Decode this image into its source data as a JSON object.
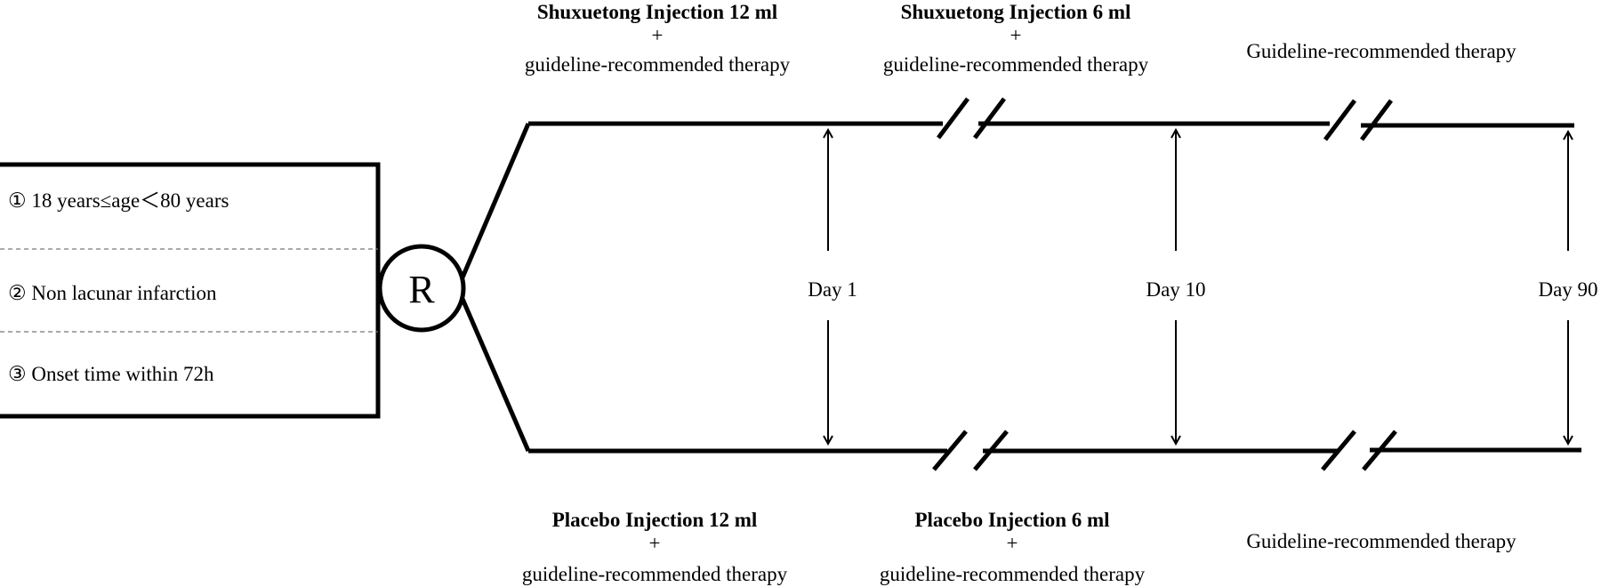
{
  "inclusion_criteria": [
    "① 18 years≤age＜80 years",
    "② Non lacunar infarction",
    "③ Onset time within 72h"
  ],
  "randomization_label": "R",
  "upper_arm": {
    "phase1_drug": "Shuxuetong Injection 12  ml",
    "phase1_plus": "+",
    "phase1_therapy": "guideline-recommended therapy",
    "phase2_drug": "Shuxuetong Injection 6 ml",
    "phase2_plus": "+",
    "phase2_therapy": "guideline-recommended therapy",
    "phase3_therapy": "Guideline-recommended therapy"
  },
  "lower_arm": {
    "phase1_drug": "Placebo Injection 12  ml",
    "phase1_plus": "+",
    "phase1_therapy": "guideline-recommended therapy",
    "phase2_drug": "Placebo Injection 6 ml",
    "phase2_plus": "+",
    "phase2_therapy": "guideline-recommended therapy",
    "phase3_therapy": "Guideline-recommended therapy"
  },
  "timepoints": [
    "Day 1",
    "Day 10",
    "Day 90"
  ]
}
